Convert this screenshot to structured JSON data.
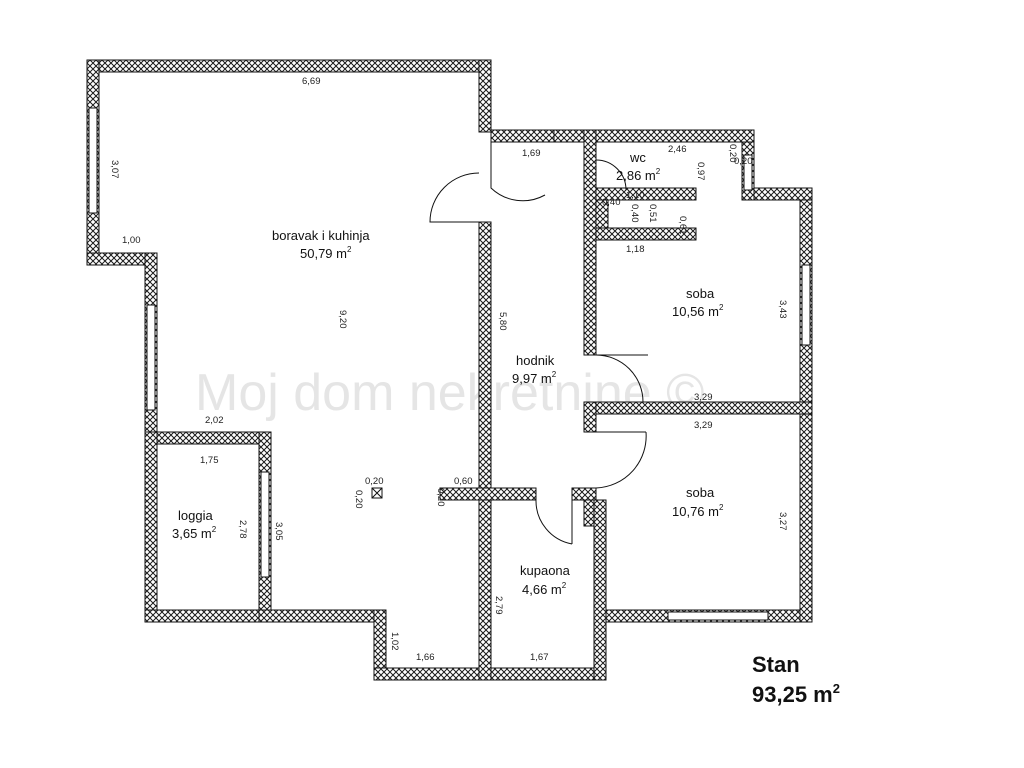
{
  "rooms": {
    "boravak": {
      "name": "boravak i kuhinja",
      "area": "50,79 m",
      "sup": "2"
    },
    "hodnik": {
      "name": "hodnik",
      "area": "9,97 m",
      "sup": "2"
    },
    "wc": {
      "name": "wc",
      "area": "2,86 m",
      "sup": "2"
    },
    "soba1": {
      "name": "soba",
      "area": "10,56 m",
      "sup": "2"
    },
    "soba2": {
      "name": "soba",
      "area": "10,76 m",
      "sup": "2"
    },
    "loggia": {
      "name": "loggia",
      "area": "3,65 m",
      "sup": "2"
    },
    "kupaona": {
      "name": "kupaona",
      "area": "4,66 m",
      "sup": "2"
    }
  },
  "dims": {
    "d669": "6,69",
    "d307": "3,07",
    "d100": "1,00",
    "d920": "9,20",
    "d202": "2,02",
    "d175": "1,75",
    "d278": "2,78",
    "d305": "3,05",
    "d020a": "0,20",
    "d020b": "0,20",
    "d060": "0,60",
    "d020c": "0,20",
    "d580": "5,80",
    "d169": "1,69",
    "d246": "2,46",
    "d020d": "0,20",
    "d020e": "0,20",
    "d097": "0,97",
    "d110": "1,10",
    "d040a": "0,40",
    "d040b": "0,40",
    "d051": "0,51",
    "d061": "0,61",
    "d118": "1,18",
    "d343": "3,43",
    "d329a": "3,29",
    "d329b": "3,29",
    "d327": "3,27",
    "d279": "2,79",
    "d102": "1,02",
    "d166": "1,66",
    "d167": "1,67"
  },
  "watermark": "Moj dom nekretnine ©",
  "total": {
    "label": "Stan",
    "area": "93,25 m",
    "sup": "2"
  }
}
